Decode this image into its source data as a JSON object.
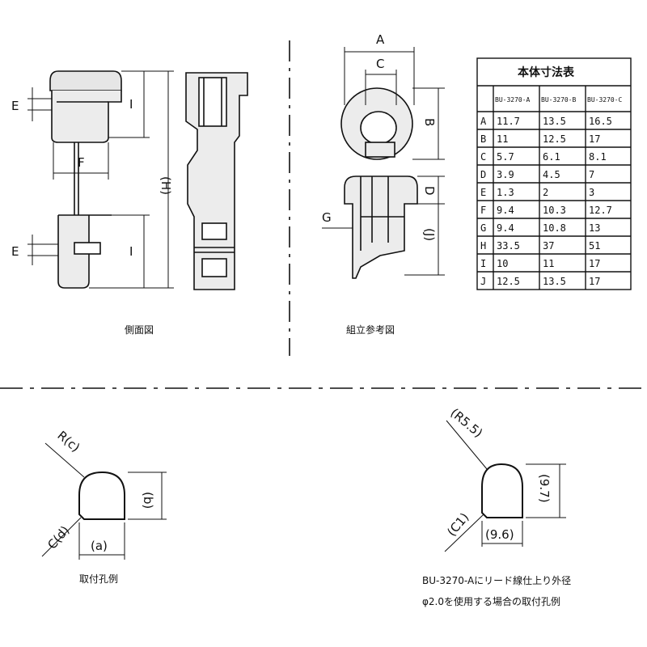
{
  "labels": {
    "front_view": "側面図",
    "assembly_view": "組立参考図",
    "mount_hole_generic": "取付孔例",
    "note_line1": "BU-3270-Aにリード線仕上り外径",
    "note_line2": "φ2.0を使用する場合の取付孔例"
  },
  "dims": {
    "A": "A",
    "B": "B",
    "C": "C",
    "D": "D",
    "E": "E",
    "F": "F",
    "G": "G",
    "H": "(H)",
    "I": "I",
    "J": "(J)",
    "hole_r": "R(c)",
    "hole_c": "C(d)",
    "hole_a": "(a)",
    "hole_b": "(b)",
    "hole2_r": "(R5.5)",
    "hole2_c": "(C1)",
    "hole2_w": "(9.6)",
    "hole2_h": "(9.7)"
  },
  "table": {
    "title": "本体寸法表",
    "columns": [
      "BU-3270-A",
      "BU-3270-B",
      "BU-3270-C"
    ],
    "rows": [
      {
        "key": "A",
        "values": [
          "11.7",
          "13.5",
          "16.5"
        ]
      },
      {
        "key": "B",
        "values": [
          "11",
          "12.5",
          "17"
        ]
      },
      {
        "key": "C",
        "values": [
          "5.7",
          "6.1",
          "8.1"
        ]
      },
      {
        "key": "D",
        "values": [
          "3.9",
          "4.5",
          "7"
        ]
      },
      {
        "key": "E",
        "values": [
          "1.3",
          "2",
          "3"
        ]
      },
      {
        "key": "F",
        "values": [
          "9.4",
          "10.3",
          "12.7"
        ]
      },
      {
        "key": "G",
        "values": [
          "9.4",
          "10.8",
          "13"
        ]
      },
      {
        "key": "H",
        "values": [
          "33.5",
          "37",
          "51"
        ]
      },
      {
        "key": "I",
        "values": [
          "10",
          "11",
          "17"
        ]
      },
      {
        "key": "J",
        "values": [
          "12.5",
          "13.5",
          "17"
        ]
      }
    ]
  }
}
